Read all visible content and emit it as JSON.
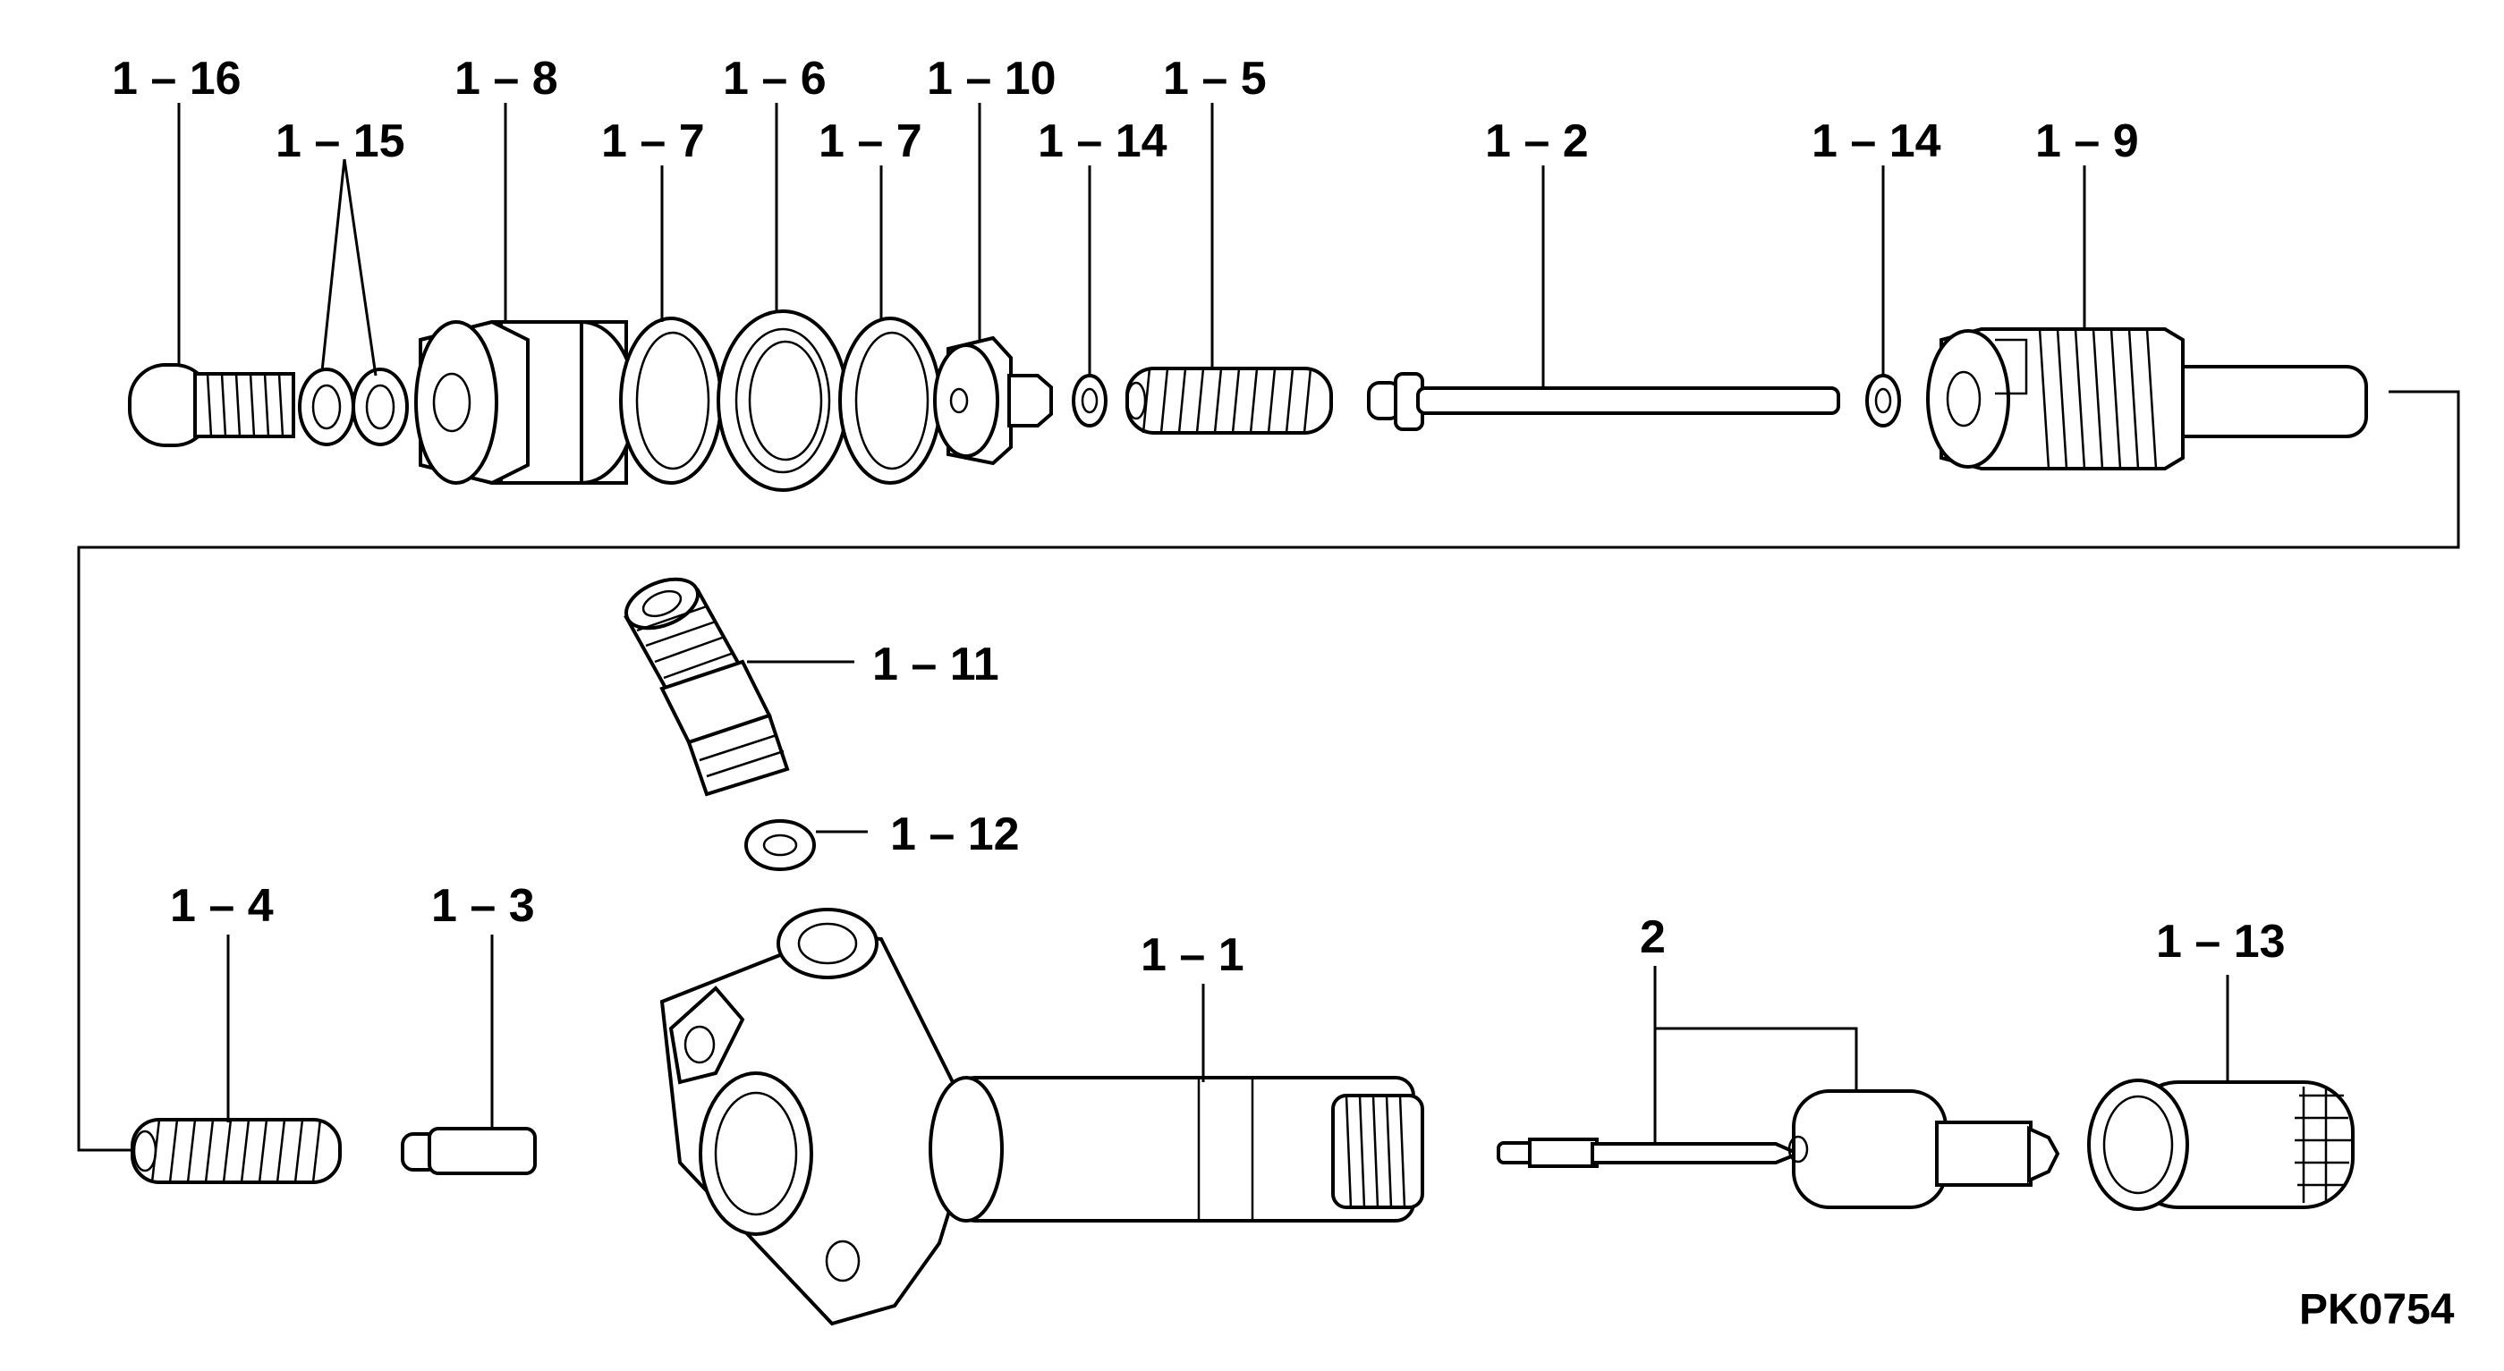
{
  "diagram": {
    "drawing_code": "PK0754",
    "labels": {
      "p1_16": "1 – 16",
      "p1_15": "1 – 15",
      "p1_8": "1 – 8",
      "p1_7a": "1 – 7",
      "p1_6": "1 – 6",
      "p1_7b": "1 – 7",
      "p1_10": "1 – 10",
      "p1_14a": "1 – 14",
      "p1_5": "1 – 5",
      "p1_2": "1 – 2",
      "p1_14b": "1 – 14",
      "p1_9": "1 – 9",
      "p1_11": "1 – 11",
      "p1_12": "1 – 12",
      "p1_4": "1 – 4",
      "p1_3": "1 – 3",
      "p1_1": "1 – 1",
      "p2": "2",
      "p1_13": "1 – 13"
    }
  }
}
